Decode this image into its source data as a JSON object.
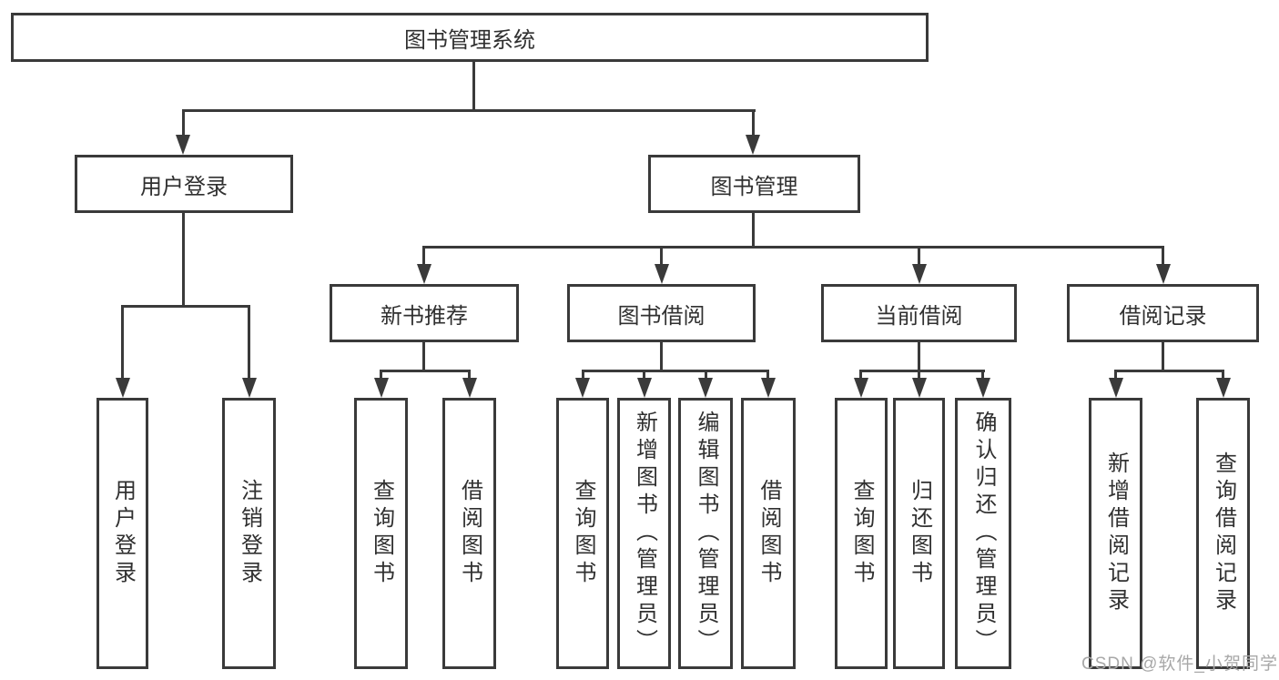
{
  "diagram": {
    "type": "tree",
    "root": {
      "label": "图书管理系统"
    },
    "branches": [
      {
        "label": "用户登录",
        "leaves": [
          {
            "label": "用户登录"
          },
          {
            "label": "注销登录"
          }
        ]
      },
      {
        "label": "图书管理",
        "groups": [
          {
            "label": "新书推荐",
            "leaves": [
              {
                "label": "查询图书"
              },
              {
                "label": "借阅图书"
              }
            ]
          },
          {
            "label": "图书借阅",
            "leaves": [
              {
                "label": "查询图书"
              },
              {
                "label": "新增图书（管理员）"
              },
              {
                "label": "编辑图书（管理员）"
              },
              {
                "label": "借阅图书"
              }
            ]
          },
          {
            "label": "当前借阅",
            "leaves": [
              {
                "label": "查询图书"
              },
              {
                "label": "归还图书"
              },
              {
                "label": "确认归还（管理员）"
              }
            ]
          },
          {
            "label": "借阅记录",
            "leaves": [
              {
                "label": "新增借阅记录"
              },
              {
                "label": "查询借阅记录"
              }
            ]
          }
        ]
      }
    ]
  },
  "watermark": {
    "text": "CSDN @软件_小贺同学"
  },
  "colors": {
    "line": "#3a3a3a",
    "text": "#303030",
    "watermark": "#a8a8a8",
    "background": "#ffffff"
  }
}
